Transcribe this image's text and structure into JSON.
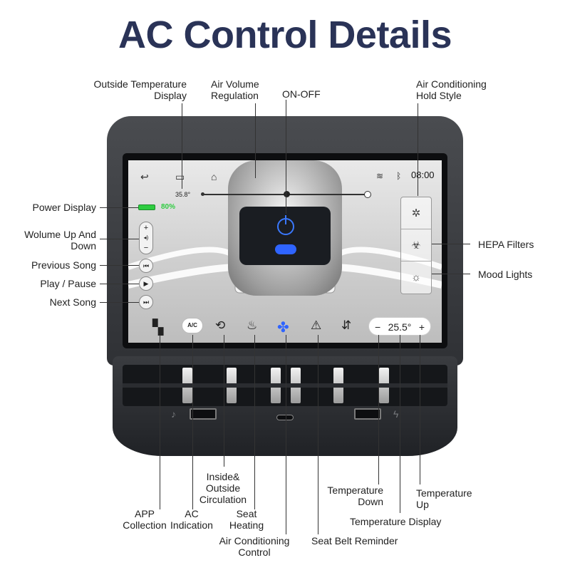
{
  "title": "AC Control Details",
  "screen": {
    "outside_temp": "35.8°",
    "clock": "08:00",
    "battery_pct": "80%",
    "battery_level": 0.8,
    "volume_plus": "+",
    "volume_icon": "◂)",
    "volume_minus": "−",
    "ac_label": "A/C",
    "temp_minus": "−",
    "temp_value": "25.5°",
    "temp_plus": "+",
    "accent_color": "#2f64ff",
    "battery_color": "#2ecc40"
  },
  "labels": {
    "outside_temp_display": [
      "Outside Temperature",
      "Display"
    ],
    "air_volume_regulation": [
      "Air Volume",
      "Regulation"
    ],
    "on_off": "ON-OFF",
    "ac_hold_style": [
      "Air Conditioning",
      "Hold Style"
    ],
    "power_display": "Power Display",
    "volume_up_down": [
      "Wolume Up And",
      "Down"
    ],
    "previous_song": "Previous Song",
    "play_pause": "Play / Pause",
    "next_song": "Next Song",
    "hepa_filters": "HEPA Filters",
    "mood_lights": "Mood Lights",
    "inside_outside_circulation": [
      "Inside&",
      "Outside",
      "Circulation"
    ],
    "app_collection": [
      "APP",
      "Collection"
    ],
    "ac_indication": [
      "AC",
      "Indication"
    ],
    "seat_heating": [
      "Seat",
      "Heating"
    ],
    "ac_control": [
      "Air Conditioning",
      "Control"
    ],
    "seat_belt_reminder": "Seat Belt Reminder",
    "temperature_down": [
      "Temperature",
      "Down"
    ],
    "temperature_display": "Temperature Display",
    "temperature_up": [
      "Temperature",
      "Up"
    ]
  }
}
